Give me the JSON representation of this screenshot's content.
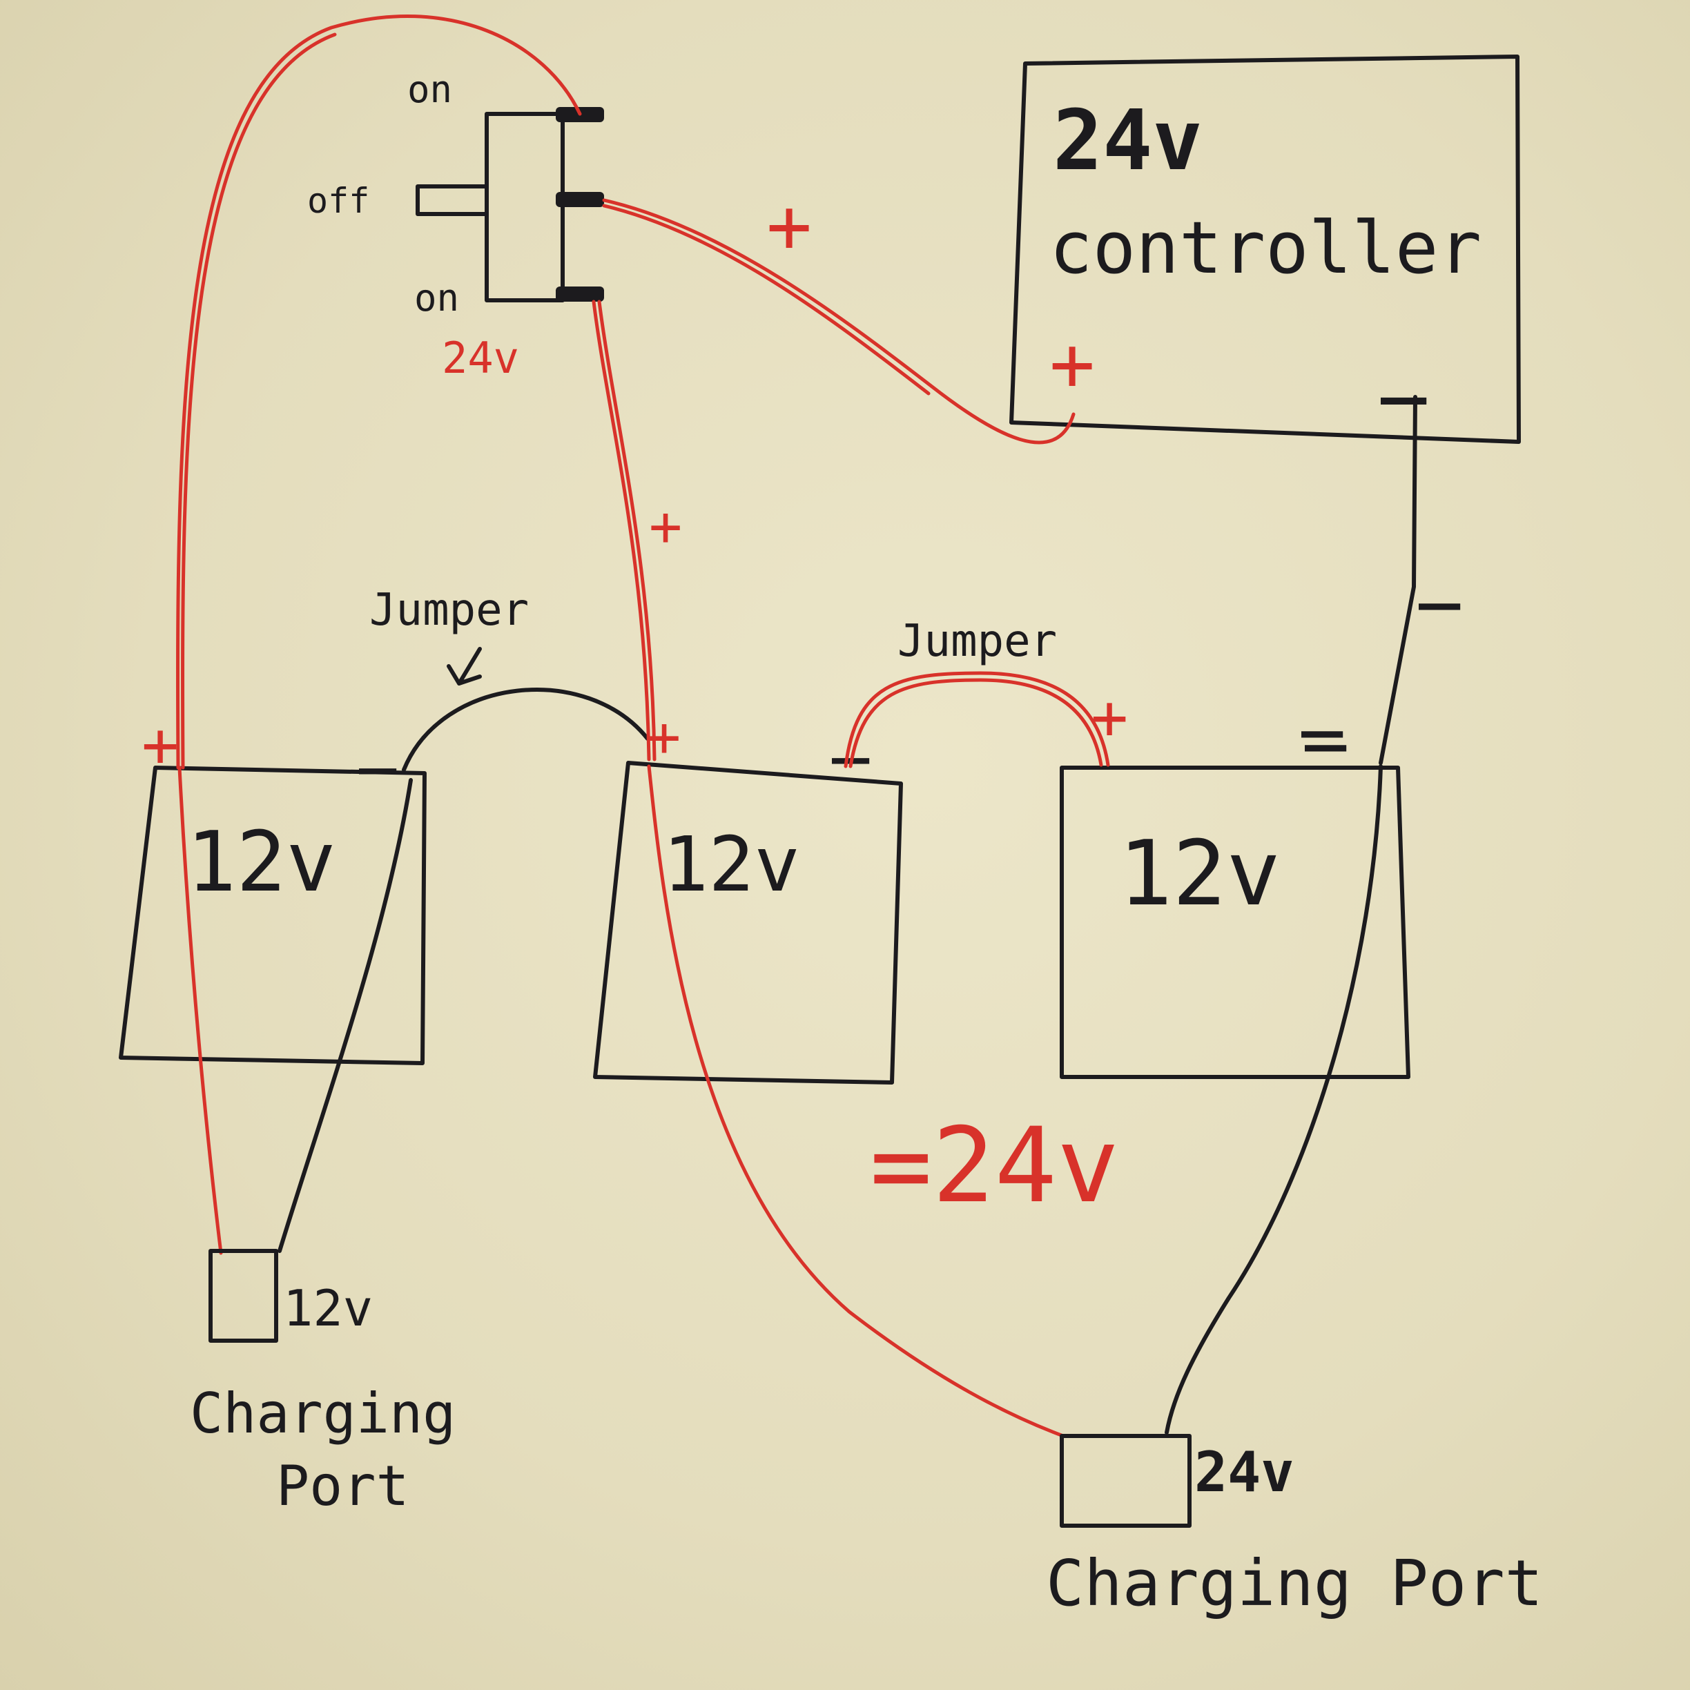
{
  "switch": {
    "on_top_label": "on",
    "off_label": "off",
    "on_bottom_label": "on",
    "voltage_label": "24v"
  },
  "controller": {
    "line1": "24v",
    "line2": "controller",
    "plus_label": "+",
    "minus_label": "_"
  },
  "batteries": [
    {
      "label": "12v",
      "plus": "+",
      "minus": "_"
    },
    {
      "label": "12v",
      "plus": "+",
      "minus": "_"
    },
    {
      "label": "12v",
      "plus": "+",
      "minus": "_"
    }
  ],
  "jumpers": [
    "Jumper",
    "Jumper"
  ],
  "wire_marks": {
    "switch_to_controller_plus": "+",
    "switch_to_battery_plus": "+",
    "controller_minus_wire_1": "_",
    "controller_minus_wire_2": "_"
  },
  "total_voltage": "=24v",
  "charging_ports": [
    {
      "voltage": "12v",
      "line1": "Charging",
      "line2": "Port"
    },
    {
      "voltage": "24v",
      "line1": "Charging Port"
    }
  ],
  "colors": {
    "ink": "#1c1b1e",
    "red": "#d8322a",
    "paper": "#e9e3c6"
  }
}
